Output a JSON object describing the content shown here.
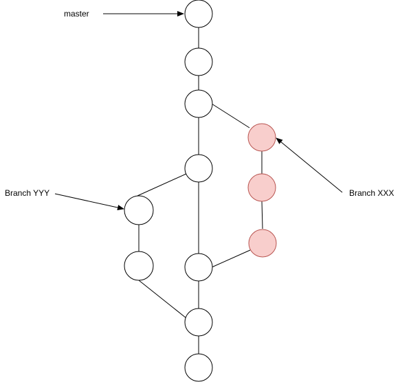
{
  "labels": {
    "master": "master",
    "branch_yyy": "Branch YYY",
    "branch_xxx": "Branch XXX"
  },
  "colors": {
    "stroke": "#000000",
    "node_fill": "#ffffff",
    "highlight_fill": "#f8cecc",
    "highlight_stroke": "#b85450"
  }
}
